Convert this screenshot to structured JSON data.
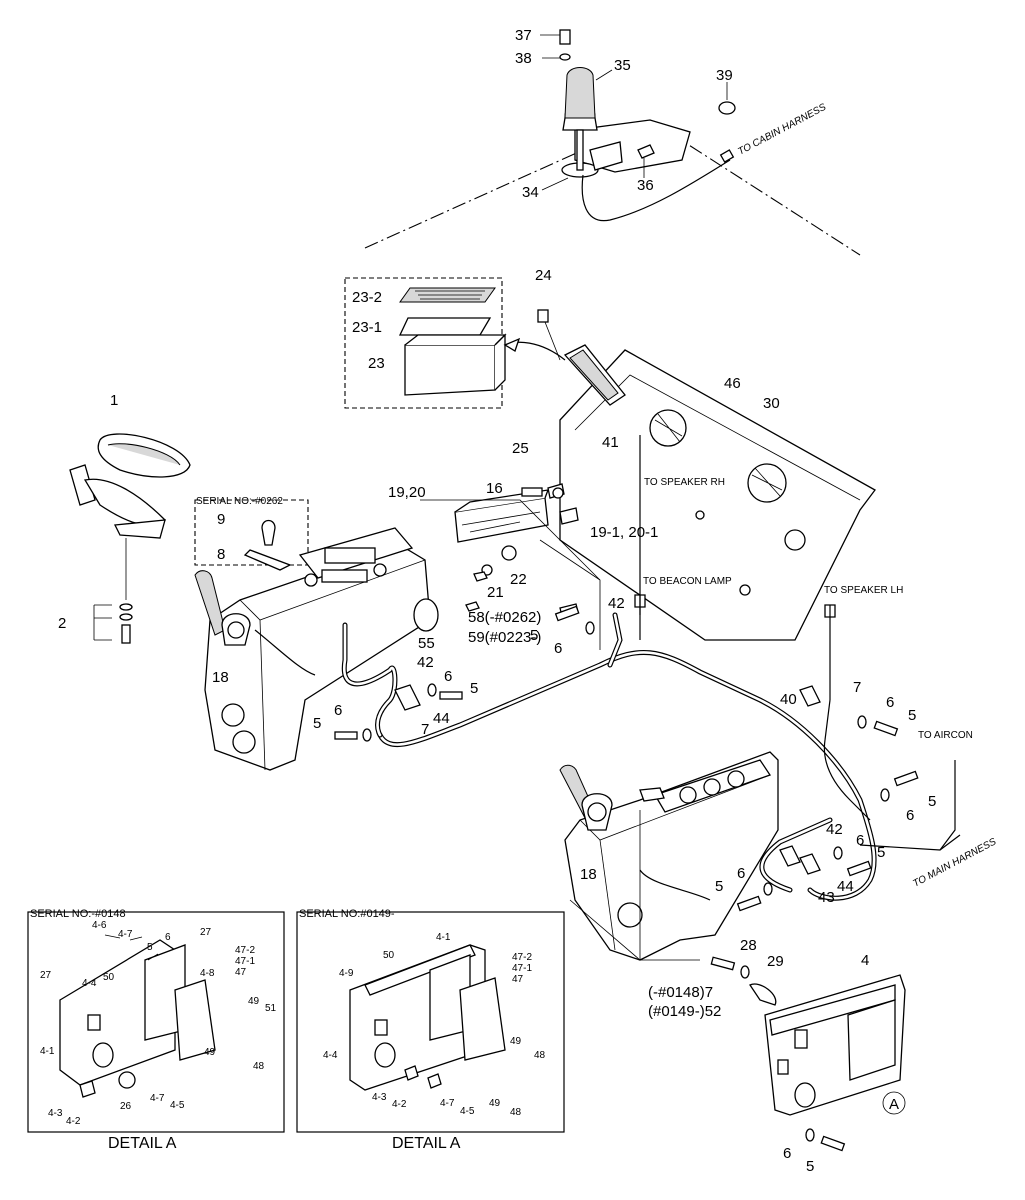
{
  "callouts": {
    "c37": "37",
    "c38": "38",
    "c35": "35",
    "c39": "39",
    "c34": "34",
    "c36": "36",
    "c24": "24",
    "c23_2": "23-2",
    "c23_1": "23-1",
    "c23": "23",
    "c1": "1",
    "c2": "2",
    "c46": "46",
    "c30": "30",
    "c41": "41",
    "c25": "25",
    "c16": "16",
    "c19_20": "19,20",
    "c19_1_20_1": "19-1, 20-1",
    "c9": "9",
    "c8": "8",
    "c21": "21",
    "c22": "22",
    "c58": "58(-#0262)",
    "c59": "59(#0223-)",
    "c55": "55",
    "c42a": "42",
    "c5a": "5",
    "c6a": "6",
    "c18a": "18",
    "c42b": "42",
    "c6b": "6",
    "c5b": "5",
    "c5c": "5",
    "c6c": "6",
    "c7a": "7",
    "c44a": "44",
    "c40": "40",
    "c7b": "7",
    "c6d": "6",
    "c5d": "5",
    "c6e": "6",
    "c5e": "5",
    "c42c": "42",
    "c6f": "6",
    "c5f": "5",
    "c18b": "18",
    "c5g": "5",
    "c6g": "6",
    "c44b": "44",
    "c43": "43",
    "c28": "28",
    "c29": "29",
    "c7c": "(-#0148)7",
    "c52": "(#0149-)52",
    "c4": "4",
    "c6h": "6",
    "c5h": "5",
    "cA": "A"
  },
  "notes": {
    "cabin": "TO CABIN HARNESS",
    "speaker_rh": "TO SPEAKER RH",
    "beacon": "TO BEACON LAMP",
    "speaker_lh": "TO SPEAKER LH",
    "aircon": "TO AIRCON",
    "main_harness": "TO MAIN HARNESS",
    "serial_top": "SERIAL NO:-#0262"
  },
  "detail_left": {
    "serial": "SERIAL NO:-#0148",
    "caption": "DETAIL  A",
    "labels": {
      "l4_6": "4-6",
      "l4_7a": "4-7",
      "l5": "5",
      "l6": "6",
      "l27a": "27",
      "l47_2": "47-2",
      "l47_1": "47-1",
      "l47": "47",
      "l4_8": "4-8",
      "l27b": "27",
      "l4_4": "4-4",
      "l50": "50",
      "l49a": "49",
      "l51": "51",
      "l4_1": "4-1",
      "l49b": "49",
      "l48": "48",
      "l26": "26",
      "l4_7b": "4-7",
      "l4_5": "4-5",
      "l4_3": "4-3",
      "l4_2": "4-2"
    }
  },
  "detail_right": {
    "serial": "SERIAL NO:#0149-",
    "caption": "DETAIL  A",
    "labels": {
      "l4_1": "4-1",
      "l4_9": "4-9",
      "l50": "50",
      "l47_2": "47-2",
      "l47_1": "47-1",
      "l47": "47",
      "l49a": "49",
      "l48a": "48",
      "l4_4": "4-4",
      "l4_3": "4-3",
      "l4_2": "4-2",
      "l4_7": "4-7",
      "l4_5": "4-5",
      "l49b": "49",
      "l48b": "48"
    }
  }
}
